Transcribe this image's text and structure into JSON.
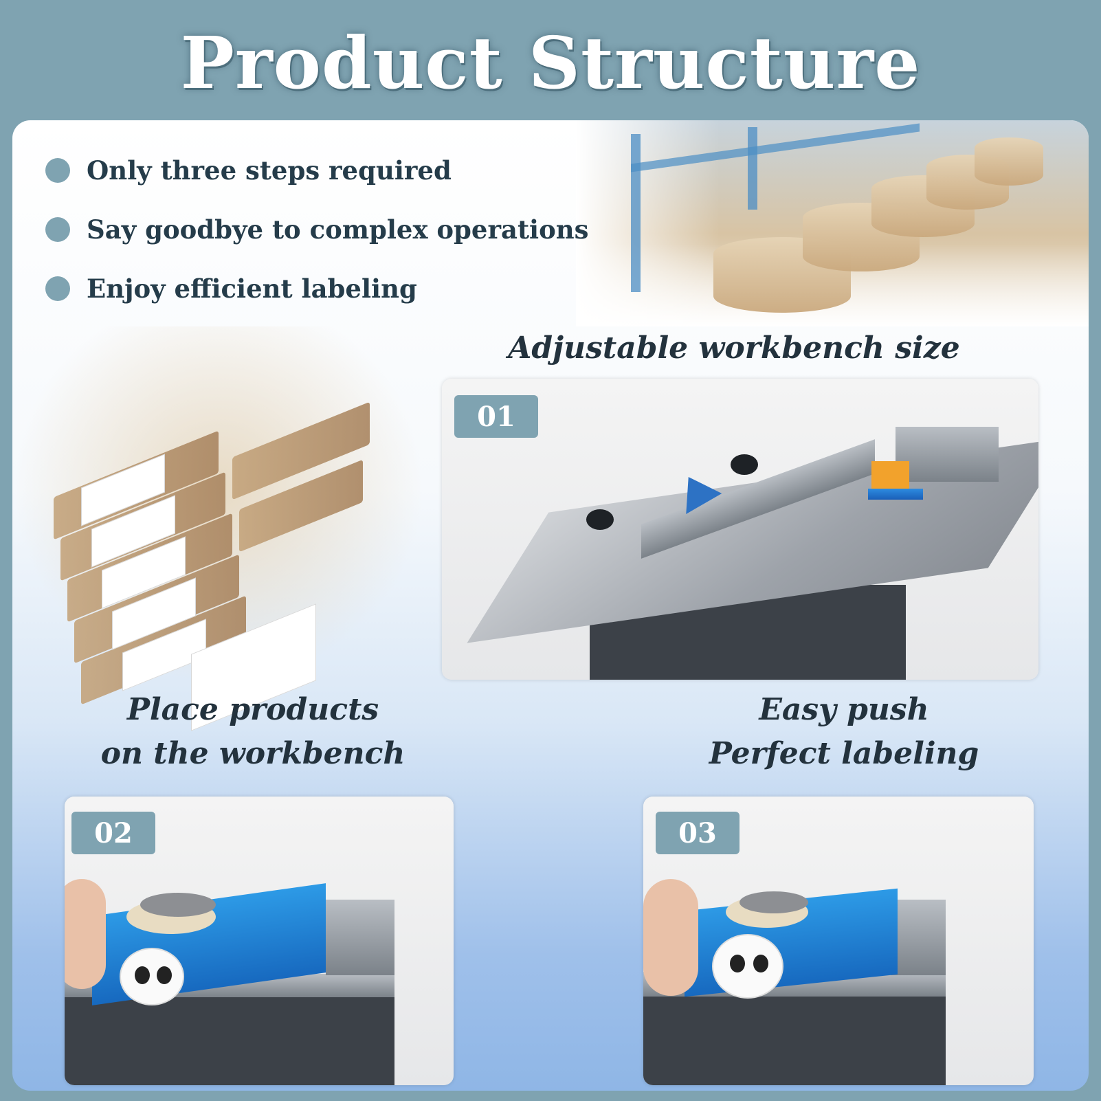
{
  "title": "Product Structure",
  "bullets": [
    "Only three steps required",
    "Say goodbye to complex operations",
    "Enjoy efficient labeling"
  ],
  "steps": [
    {
      "number": "01",
      "caption_line1": "Adjustable workbench size",
      "caption_line2": ""
    },
    {
      "number": "02",
      "caption_line1": "Place products",
      "caption_line2": "on the workbench"
    },
    {
      "number": "03",
      "caption_line1": "Easy push",
      "caption_line2": "Perfect labeling"
    }
  ],
  "colors": {
    "background": "#7fa3b1",
    "badge": "#7fa3b1",
    "text_dark": "#253c4a",
    "accent_blue": "#2d8be0"
  }
}
